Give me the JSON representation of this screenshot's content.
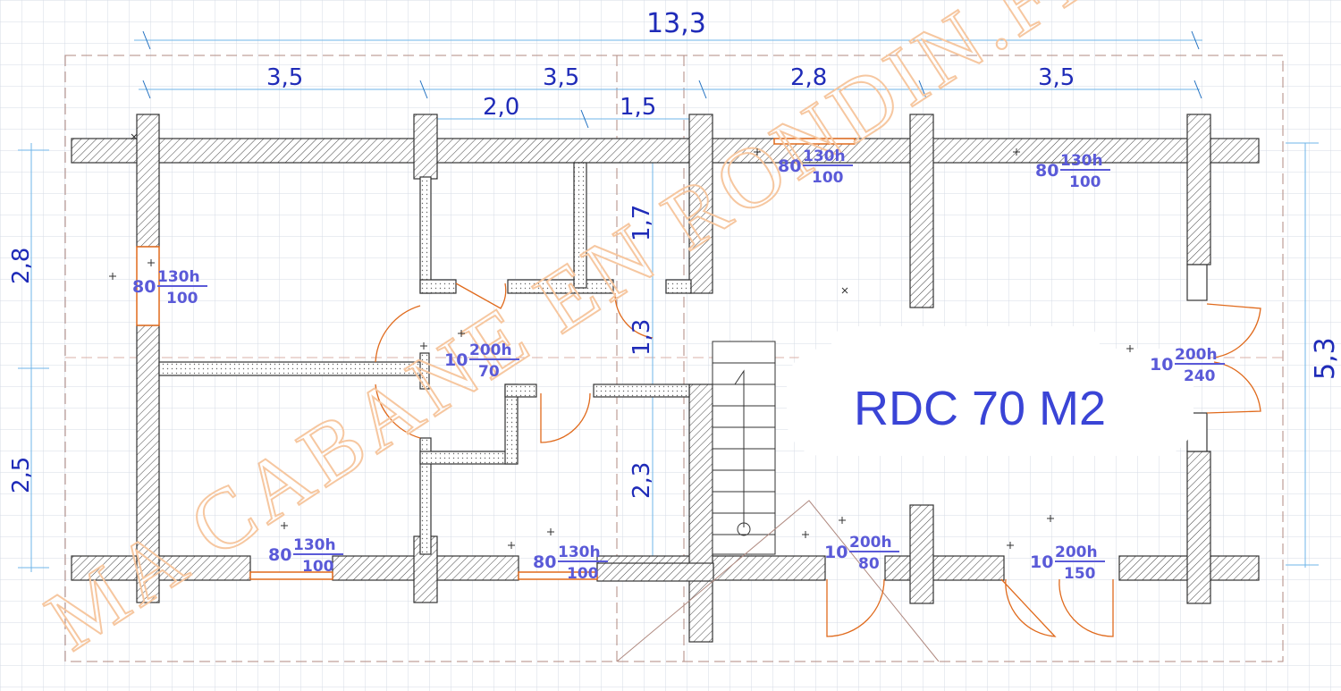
{
  "title": "RDC 70 M2",
  "watermark": "MA CABANE EN RONDIN.FR",
  "dimensions": {
    "total_width": "13,3",
    "top_segments": [
      "3,5",
      "3,5",
      "2,8",
      "3,5"
    ],
    "inner_segments": [
      "2,0",
      "1,5"
    ],
    "left_heights": [
      "2,8",
      "2,5"
    ],
    "right_height": "5,3",
    "middle_heights": [
      "1,7",
      "1,3",
      "2,3"
    ]
  },
  "openings": [
    {
      "id": "w-left",
      "a": "80",
      "b": "130h",
      "c": "100"
    },
    {
      "id": "w-top-1",
      "a": "80",
      "b": "130h",
      "c": "100"
    },
    {
      "id": "w-top-2",
      "a": "80",
      "b": "130h",
      "c": "100"
    },
    {
      "id": "d-inner",
      "a": "10",
      "b": "200h",
      "c": "70"
    },
    {
      "id": "d-right",
      "a": "10",
      "b": "200h",
      "c": "240"
    },
    {
      "id": "w-bottom-1",
      "a": "80",
      "b": "130h",
      "c": "100"
    },
    {
      "id": "w-bottom-2",
      "a": "80",
      "b": "130h",
      "c": "100"
    },
    {
      "id": "d-bottom-1",
      "a": "10",
      "b": "200h",
      "c": "80"
    },
    {
      "id": "d-bottom-2",
      "a": "10",
      "b": "200h",
      "c": "150"
    }
  ],
  "colors": {
    "grid": "#d6dbe6",
    "dimension_line": "#6fb6e8",
    "dimension_text": "#1f2bb8",
    "wall_hatch": "#333333",
    "door_swing": "#e06a1c",
    "watermark": "#f6c7a0",
    "title_text": "#3a44d6"
  }
}
